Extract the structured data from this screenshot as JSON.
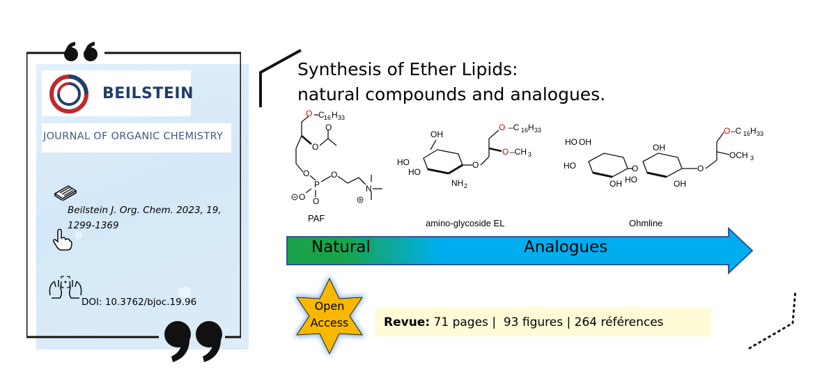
{
  "journal": {
    "logo_name": "BEILSTEIN",
    "name": "JOURNAL OF ORGANIC CHEMISTRY",
    "citation": "Beilstein J. Org. Chem. 2023, 19, 1299-1369",
    "doi": "DOI: 10.3762/bjoc.19.96"
  },
  "title": {
    "line1": "Synthesis of Ether Lipids:",
    "line2": "natural compounds and analogues."
  },
  "molecules": {
    "paf": "PAF",
    "amino": "amino-glycoside EL",
    "ohmline": "Ohmline"
  },
  "arrow": {
    "natural": "Natural",
    "analogues": "Analogues"
  },
  "badge": {
    "line1": "Open",
    "line2": "Access"
  },
  "stats": {
    "label": "Revue:",
    "pages": "71 pages",
    "figures": "93 figures",
    "references": "264 références",
    "separator": "|"
  },
  "colors": {
    "natural": "#1aa34a",
    "analogues": "#00aeef",
    "badge": "#f8b800",
    "logo_red": "#c0282d",
    "logo_blue": "#1f3e6b",
    "stats_bg": "#fefcd6"
  }
}
